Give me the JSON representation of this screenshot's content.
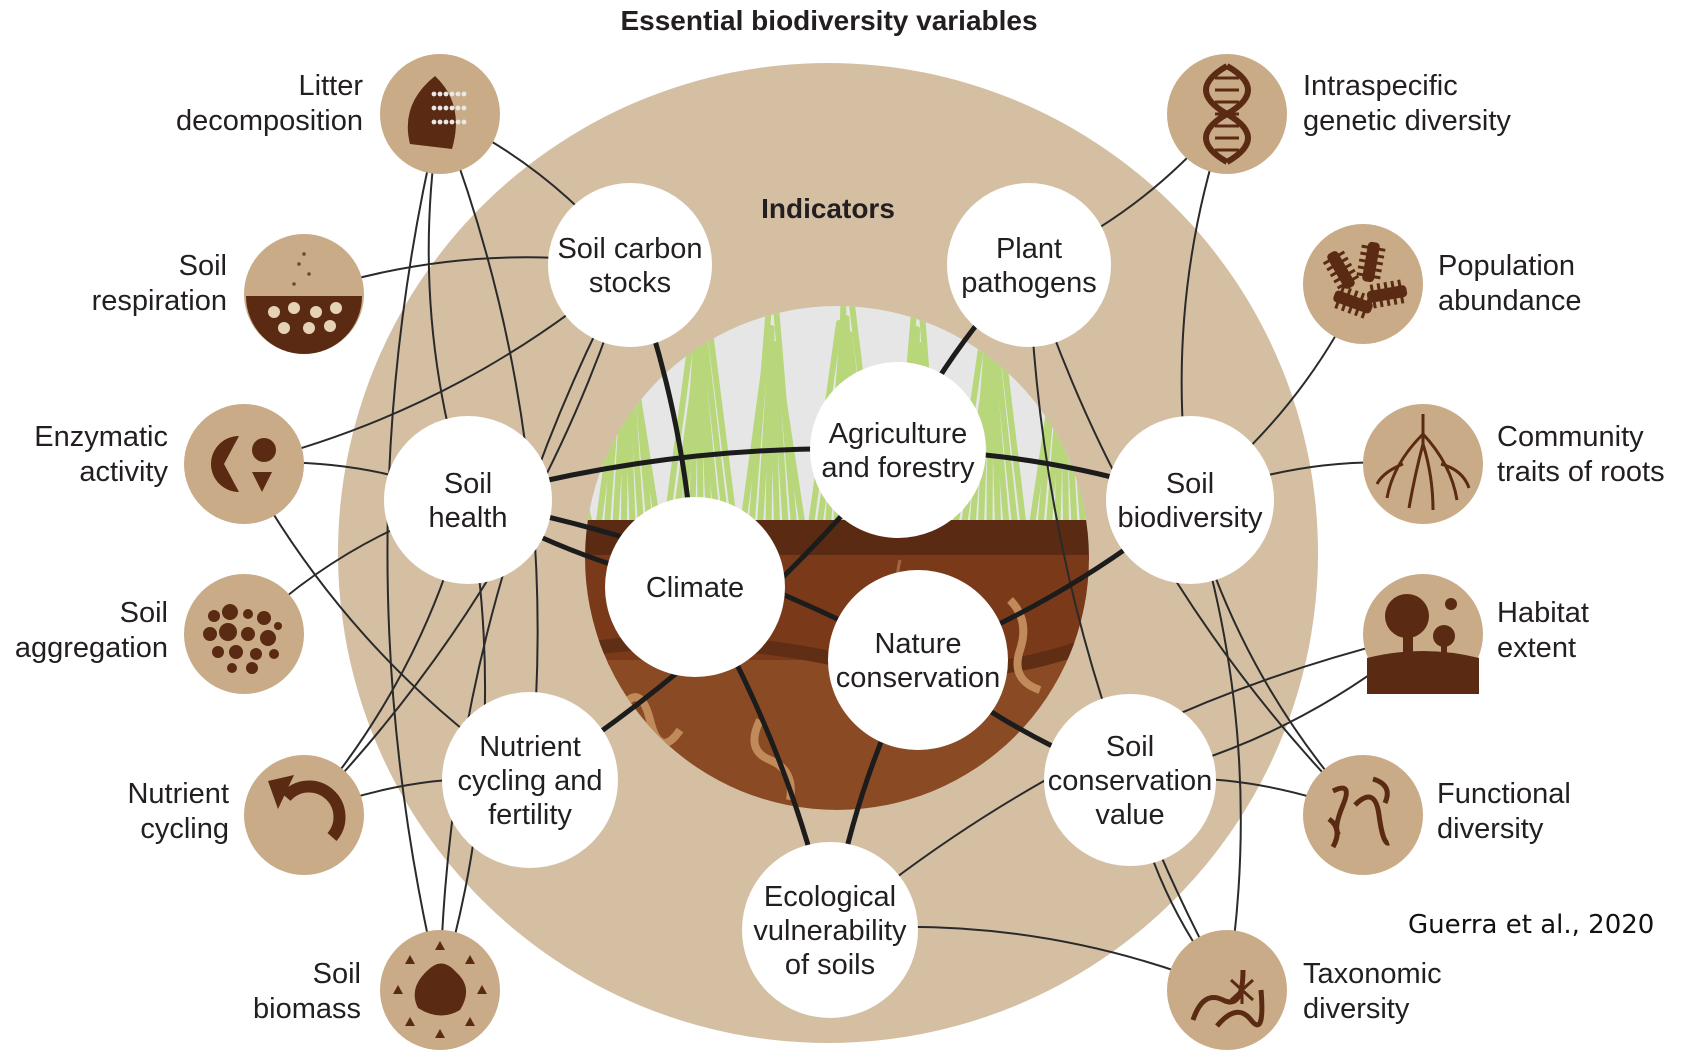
{
  "title": "Essential biodiversity variables",
  "center_heading": "Indicators",
  "citation": "Guerra et al., 2020",
  "colors": {
    "outer_ring": "#d4bfa3",
    "icon_bg": "#c9ab88",
    "soil_dark": "#5a2a12",
    "soil_mid": "#7a3a1a",
    "sky": "#e6e6e6",
    "grass": "#b7d77a",
    "line_dark": "#1c1c1c",
    "line_thin": "#2a2a2a",
    "white": "#ffffff"
  },
  "ebvs_left": [
    {
      "id": "litter",
      "lines": [
        "Litter",
        "decomposition"
      ],
      "icon": "leaf-litter-icon"
    },
    {
      "id": "respiration",
      "lines": [
        "Soil",
        "respiration"
      ],
      "icon": "soil-respiration-icon"
    },
    {
      "id": "enzymatic",
      "lines": [
        "Enzymatic",
        "activity"
      ],
      "icon": "enzyme-icon"
    },
    {
      "id": "aggregation",
      "lines": [
        "Soil",
        "aggregation"
      ],
      "icon": "soil-aggregates-icon"
    },
    {
      "id": "nutrient_cycling",
      "lines": [
        "Nutrient",
        "cycling"
      ],
      "icon": "cycle-arrow-icon"
    },
    {
      "id": "biomass",
      "lines": [
        "Soil",
        "biomass"
      ],
      "icon": "biomass-icon"
    }
  ],
  "ebvs_right": [
    {
      "id": "genetic",
      "lines": [
        "Intraspecific",
        "genetic diversity"
      ],
      "icon": "dna-icon"
    },
    {
      "id": "population",
      "lines": [
        "Population",
        "abundance"
      ],
      "icon": "population-icon"
    },
    {
      "id": "roots",
      "lines": [
        "Community",
        "traits of roots"
      ],
      "icon": "roots-icon"
    },
    {
      "id": "habitat",
      "lines": [
        "Habitat",
        "extent"
      ],
      "icon": "tree-icon"
    },
    {
      "id": "functional",
      "lines": [
        "Functional",
        "diversity"
      ],
      "icon": "worms-icon"
    },
    {
      "id": "taxonomic",
      "lines": [
        "Taxonomic",
        "diversity"
      ],
      "icon": "taxa-icon"
    }
  ],
  "indicators": [
    {
      "id": "carbon",
      "lines": [
        "Soil carbon",
        "stocks"
      ]
    },
    {
      "id": "pathogens",
      "lines": [
        "Plant",
        "pathogens"
      ]
    },
    {
      "id": "health",
      "lines": [
        "Soil",
        "health"
      ]
    },
    {
      "id": "biodiversity",
      "lines": [
        "Soil",
        "biodiversity"
      ]
    },
    {
      "id": "nutrient_fertility",
      "lines": [
        "Nutrient",
        "cycling and",
        "fertility"
      ]
    },
    {
      "id": "conservation_value",
      "lines": [
        "Soil",
        "conservation",
        "value"
      ]
    },
    {
      "id": "vulnerability",
      "lines": [
        "Ecological",
        "vulnerability",
        "of soils"
      ]
    },
    {
      "id": "agriculture",
      "lines": [
        "Agriculture",
        "and forestry"
      ]
    },
    {
      "id": "climate",
      "lines": [
        "Climate"
      ]
    },
    {
      "id": "nature",
      "lines": [
        "Nature",
        "conservation"
      ]
    }
  ],
  "links_thin": [
    [
      "litter",
      "carbon"
    ],
    [
      "litter",
      "health"
    ],
    [
      "litter",
      "nutrient_fertility"
    ],
    [
      "litter",
      "biomass"
    ],
    [
      "respiration",
      "carbon"
    ],
    [
      "enzymatic",
      "carbon"
    ],
    [
      "enzymatic",
      "health"
    ],
    [
      "enzymatic",
      "nutrient_fertility"
    ],
    [
      "aggregation",
      "health"
    ],
    [
      "nutrient_cycling",
      "carbon"
    ],
    [
      "nutrient_cycling",
      "nutrient_fertility"
    ],
    [
      "nutrient_cycling",
      "health"
    ],
    [
      "biomass",
      "carbon"
    ],
    [
      "biomass",
      "health"
    ],
    [
      "genetic",
      "pathogens"
    ],
    [
      "genetic",
      "biodiversity"
    ],
    [
      "population",
      "biodiversity"
    ],
    [
      "roots",
      "biodiversity"
    ],
    [
      "habitat",
      "conservation_value"
    ],
    [
      "habitat",
      "vulnerability"
    ],
    [
      "functional",
      "biodiversity"
    ],
    [
      "functional",
      "conservation_value"
    ],
    [
      "functional",
      "pathogens"
    ],
    [
      "taxonomic",
      "biodiversity"
    ],
    [
      "taxonomic",
      "conservation_value"
    ],
    [
      "taxonomic",
      "vulnerability"
    ],
    [
      "taxonomic",
      "pathogens"
    ]
  ],
  "links_thick": [
    [
      "carbon",
      "climate"
    ],
    [
      "pathogens",
      "agriculture"
    ],
    [
      "health",
      "agriculture"
    ],
    [
      "health",
      "climate"
    ],
    [
      "health",
      "nature"
    ],
    [
      "biodiversity",
      "agriculture"
    ],
    [
      "biodiversity",
      "nature"
    ],
    [
      "nutrient_fertility",
      "agriculture"
    ],
    [
      "conservation_value",
      "nature"
    ],
    [
      "vulnerability",
      "climate"
    ],
    [
      "vulnerability",
      "nature"
    ]
  ]
}
